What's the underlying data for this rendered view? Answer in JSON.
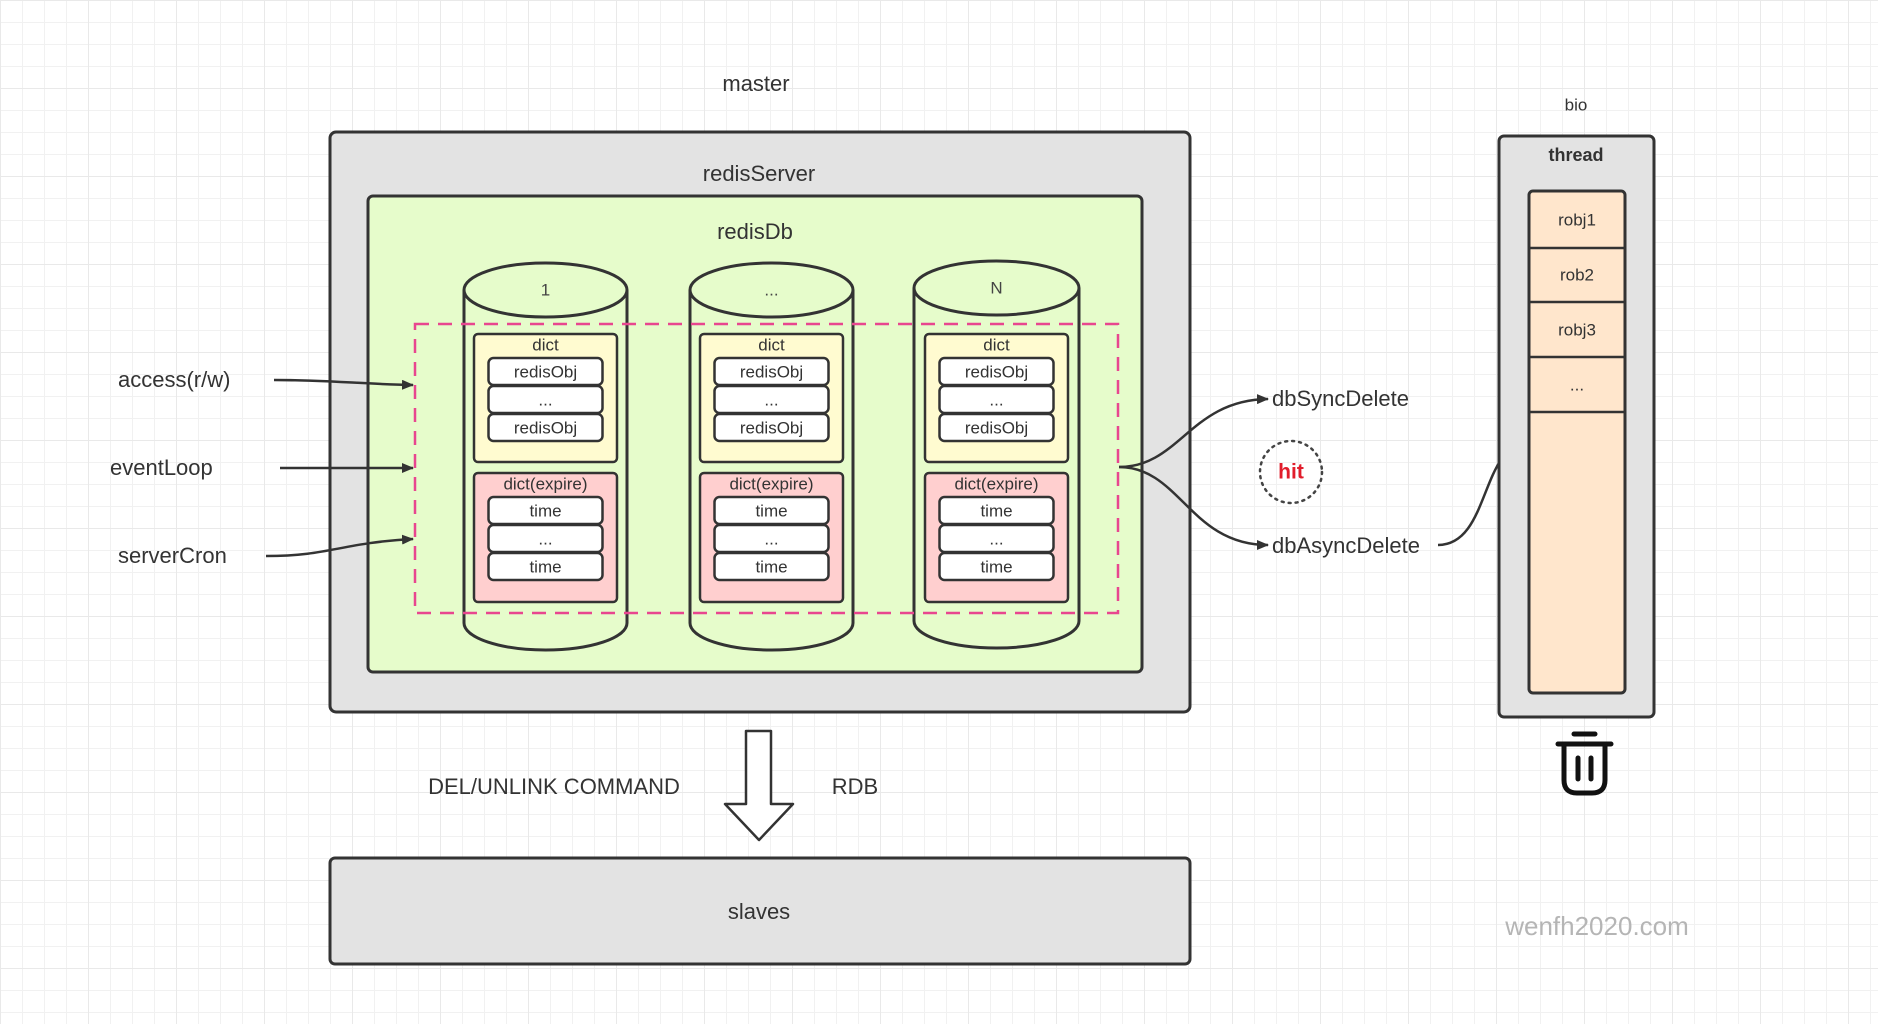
{
  "diagram": {
    "title": "master",
    "server": {
      "label": "redisServer"
    },
    "db": {
      "label": "redisDb",
      "instances": [
        {
          "label": "1",
          "dict": {
            "label": "dict",
            "entries": [
              "redisObj",
              "...",
              "redisObj"
            ]
          },
          "expire": {
            "label": "dict(expire)",
            "entries": [
              "time",
              "...",
              "time"
            ]
          }
        },
        {
          "label": "...",
          "dict": {
            "label": "dict",
            "entries": [
              "redisObj",
              "...",
              "redisObj"
            ]
          },
          "expire": {
            "label": "dict(expire)",
            "entries": [
              "time",
              "...",
              "time"
            ]
          }
        },
        {
          "label": "N",
          "dict": {
            "label": "dict",
            "entries": [
              "redisObj",
              "...",
              "redisObj"
            ]
          },
          "expire": {
            "label": "dict(expire)",
            "entries": [
              "time",
              "...",
              "time"
            ]
          }
        }
      ]
    },
    "inputs": [
      "access(r/w)",
      "eventLoop",
      "serverCron"
    ],
    "outputs": {
      "sync": "dbSyncDelete",
      "async": "dbAsyncDelete",
      "hit": "hit"
    },
    "bio": {
      "title": "bio",
      "thread": "thread",
      "queue": [
        "robj1",
        "rob2",
        "robj3",
        "..."
      ]
    },
    "replication": {
      "left_label": "DEL/UNLINK COMMAND",
      "right_label": "RDB",
      "target": "slaves"
    },
    "watermark": "wenfh2020.com",
    "colors": {
      "stroke": "#333333",
      "server_fill": "#e3e3e3",
      "db_fill": "#e6fccb",
      "dict_fill": "#fffbd0",
      "expire_fill": "#ffcfcf",
      "entry_fill": "#ffffff",
      "dashed": "#e8468f",
      "queue_fill": "#ffe6cc",
      "hit": "#e11d2b"
    }
  }
}
